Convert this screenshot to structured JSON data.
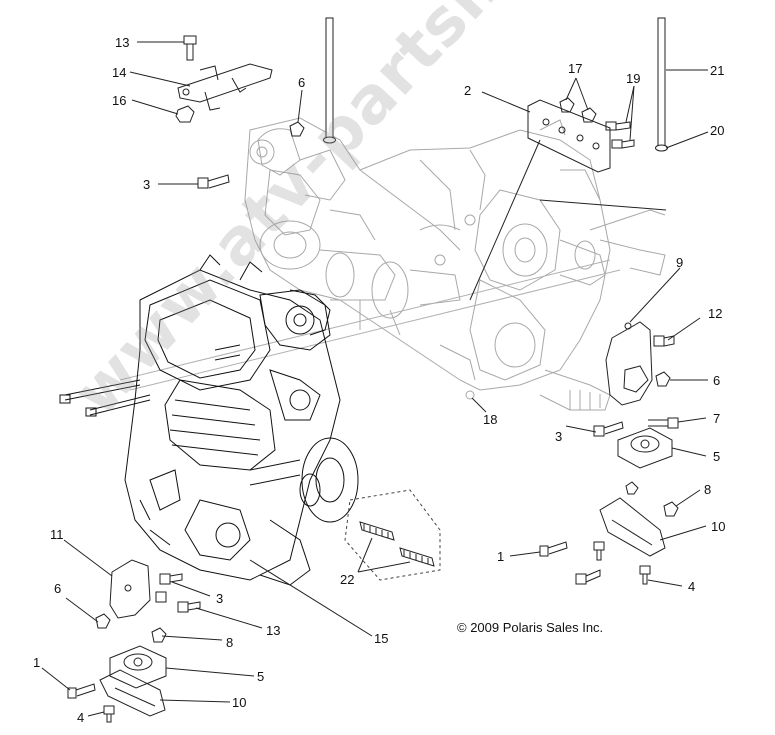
{
  "diagram": {
    "copyright": "© 2009 Polaris Sales Inc.",
    "watermark": "www.atv-partsmaster-online.de",
    "callouts": [
      {
        "id": "c13a",
        "text": "13"
      },
      {
        "id": "c14",
        "text": "14"
      },
      {
        "id": "c16",
        "text": "16"
      },
      {
        "id": "c6a",
        "text": "6"
      },
      {
        "id": "c3a",
        "text": "3"
      },
      {
        "id": "c2",
        "text": "2"
      },
      {
        "id": "c17",
        "text": "17"
      },
      {
        "id": "c19",
        "text": "19"
      },
      {
        "id": "c21",
        "text": "21"
      },
      {
        "id": "c20",
        "text": "20"
      },
      {
        "id": "c9",
        "text": "9"
      },
      {
        "id": "c12",
        "text": "12"
      },
      {
        "id": "c6b",
        "text": "6"
      },
      {
        "id": "c18",
        "text": "18"
      },
      {
        "id": "c7",
        "text": "7"
      },
      {
        "id": "c3b",
        "text": "3"
      },
      {
        "id": "c5a",
        "text": "5"
      },
      {
        "id": "c8a",
        "text": "8"
      },
      {
        "id": "c10a",
        "text": "10"
      },
      {
        "id": "c1a",
        "text": "1"
      },
      {
        "id": "c4a",
        "text": "4"
      },
      {
        "id": "c11",
        "text": "11"
      },
      {
        "id": "c22",
        "text": "22"
      },
      {
        "id": "c3c",
        "text": "3"
      },
      {
        "id": "c13b",
        "text": "13"
      },
      {
        "id": "c15",
        "text": "15"
      },
      {
        "id": "c6c",
        "text": "6"
      },
      {
        "id": "c8b",
        "text": "8"
      },
      {
        "id": "c1b",
        "text": "1"
      },
      {
        "id": "c5b",
        "text": "5"
      },
      {
        "id": "c4b",
        "text": "4"
      },
      {
        "id": "c10b",
        "text": "10"
      }
    ]
  }
}
